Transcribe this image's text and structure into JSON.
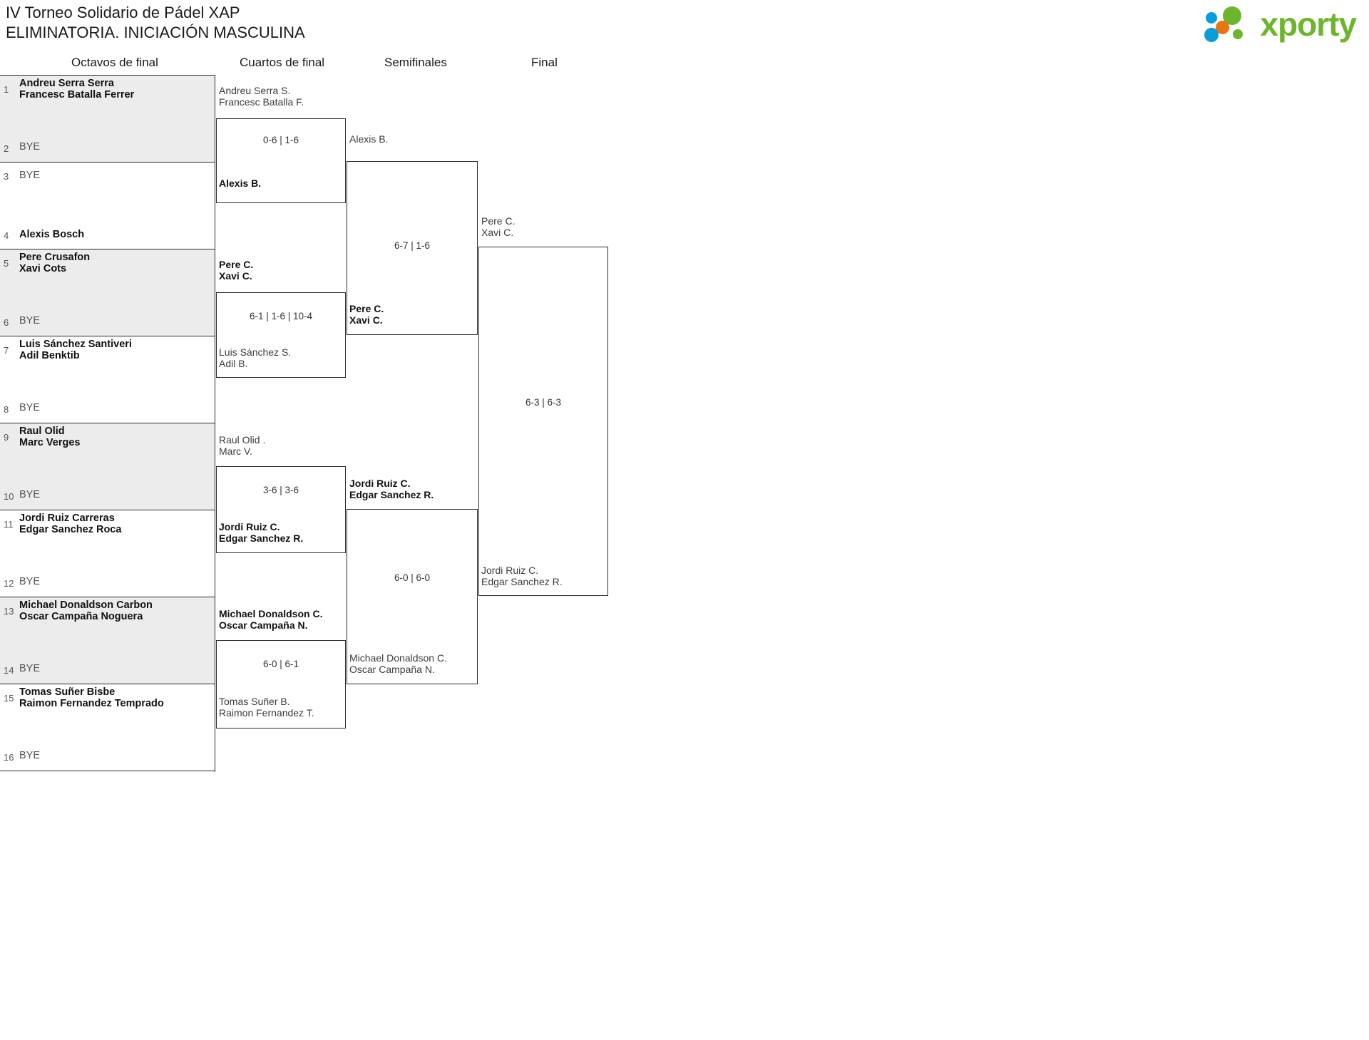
{
  "header": {
    "title_line1": "IV Torneo Solidario de Pádel XAP",
    "title_line2": "ELIMINATORIA. INICIACIÓN MASCULINA",
    "logo_word": "xporty",
    "logo_colors": {
      "green": "#6cb52d",
      "orange": "#e87511",
      "blue": "#0b9ddb"
    }
  },
  "rounds": [
    {
      "key": "r16",
      "label": "Octavos de final"
    },
    {
      "key": "qf",
      "label": "Cuartos de final"
    },
    {
      "key": "sf",
      "label": "Semifinales"
    },
    {
      "key": "f",
      "label": "Final"
    }
  ],
  "r16_slots": [
    {
      "seed": "1",
      "lines": [
        "Andreu Serra Serra",
        "Francesc Batalla Ferrer"
      ],
      "bye": false,
      "winner": true
    },
    {
      "seed": "2",
      "lines": [
        "BYE"
      ],
      "bye": true,
      "winner": false
    },
    {
      "seed": "3",
      "lines": [
        "BYE"
      ],
      "bye": true,
      "winner": false
    },
    {
      "seed": "4",
      "lines": [
        "Alexis Bosch"
      ],
      "bye": false,
      "winner": true
    },
    {
      "seed": "5",
      "lines": [
        "Pere Crusafon",
        "Xavi Cots"
      ],
      "bye": false,
      "winner": true
    },
    {
      "seed": "6",
      "lines": [
        "BYE"
      ],
      "bye": true,
      "winner": false
    },
    {
      "seed": "7",
      "lines": [
        "Luis Sánchez Santiveri",
        "Adil Benktib"
      ],
      "bye": false,
      "winner": true
    },
    {
      "seed": "8",
      "lines": [
        "BYE"
      ],
      "bye": true,
      "winner": false
    },
    {
      "seed": "9",
      "lines": [
        "Raul Olid",
        "Marc Verges"
      ],
      "bye": false,
      "winner": true
    },
    {
      "seed": "10",
      "lines": [
        "BYE"
      ],
      "bye": true,
      "winner": false
    },
    {
      "seed": "11",
      "lines": [
        "Jordi Ruiz Carreras",
        "Edgar Sanchez Roca"
      ],
      "bye": false,
      "winner": true
    },
    {
      "seed": "12",
      "lines": [
        "BYE"
      ],
      "bye": true,
      "winner": false
    },
    {
      "seed": "13",
      "lines": [
        "Michael Donaldson Carbon",
        "Oscar Campaña Noguera"
      ],
      "bye": false,
      "winner": true
    },
    {
      "seed": "14",
      "lines": [
        "BYE"
      ],
      "bye": true,
      "winner": false
    },
    {
      "seed": "15",
      "lines": [
        "Tomas Suñer Bisbe",
        "Raimon Fernandez Temprado"
      ],
      "bye": false,
      "winner": true
    },
    {
      "seed": "16",
      "lines": [
        "BYE"
      ],
      "bye": true,
      "winner": false
    }
  ],
  "qf_matches": [
    {
      "id": "qf1",
      "score": "0-6 | 1-6",
      "top": {
        "lines": [
          "Andreu Serra S.",
          "Francesc Batalla F."
        ],
        "winner": false
      },
      "bottom": {
        "lines": [
          "Alexis B."
        ],
        "winner": true
      }
    },
    {
      "id": "qf2",
      "score": "6-1 | 1-6 | 10-4",
      "top": {
        "lines": [
          "Pere C.",
          "Xavi C."
        ],
        "winner": true
      },
      "bottom": {
        "lines": [
          "Luis Sánchez S.",
          "Adil B."
        ],
        "winner": false
      }
    },
    {
      "id": "qf3",
      "score": "3-6 | 3-6",
      "top": {
        "lines": [
          "Raul Olid .",
          "Marc V."
        ],
        "winner": false
      },
      "bottom": {
        "lines": [
          "Jordi Ruiz C.",
          "Edgar Sanchez R."
        ],
        "winner": true
      }
    },
    {
      "id": "qf4",
      "score": "6-0 | 6-1",
      "top": {
        "lines": [
          "Michael Donaldson C.",
          "Oscar Campaña N."
        ],
        "winner": true
      },
      "bottom": {
        "lines": [
          "Tomas Suñer B.",
          "Raimon Fernandez T."
        ],
        "winner": false
      }
    }
  ],
  "sf_matches": [
    {
      "id": "sf1",
      "score": "6-7 | 1-6",
      "top": {
        "lines": [
          "Alexis B."
        ],
        "winner": false
      },
      "bottom": {
        "lines": [
          "Pere C.",
          "Xavi C."
        ],
        "winner": true
      }
    },
    {
      "id": "sf2",
      "score": "6-0 | 6-0",
      "top": {
        "lines": [
          "Jordi Ruiz C.",
          "Edgar Sanchez R."
        ],
        "winner": true
      },
      "bottom": {
        "lines": [
          "Michael Donaldson C.",
          "Oscar Campaña N."
        ],
        "winner": false
      }
    }
  ],
  "final_match": {
    "id": "final",
    "score": "6-3 | 6-3",
    "top": {
      "lines": [
        "Pere C.",
        "Xavi C."
      ],
      "winner": false
    },
    "bottom": {
      "lines": [
        "Jordi Ruiz C.",
        "Edgar Sanchez R."
      ],
      "winner": true
    }
  }
}
